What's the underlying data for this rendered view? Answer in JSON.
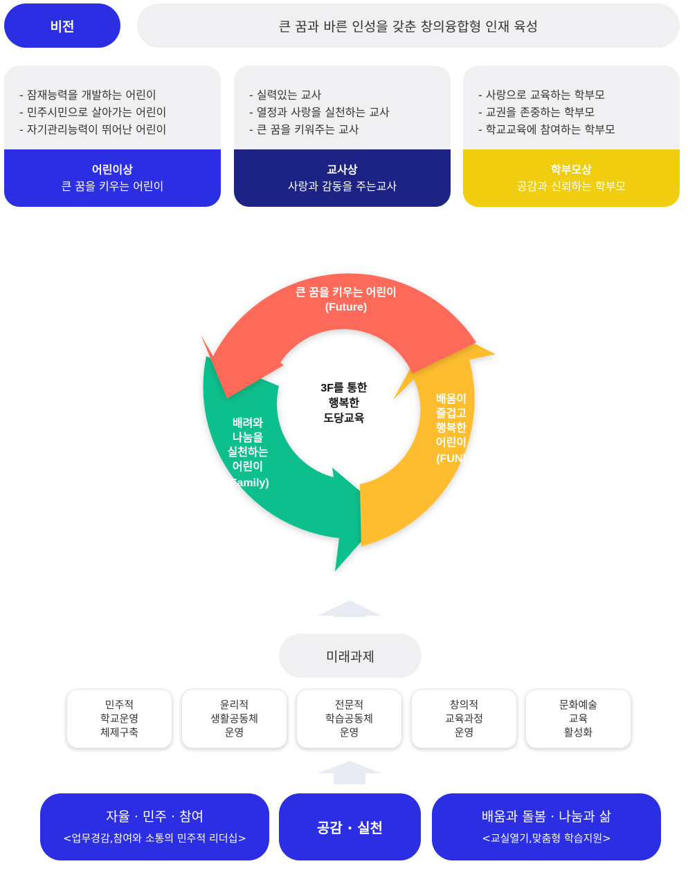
{
  "vision": {
    "label": "비전",
    "statement": "큰 꿈과 바른 인성을 갖춘 창의융합형 인재 육성"
  },
  "cards": [
    {
      "items": [
        "- 잠재능력을 개발하는 어린이",
        "- 민주시민으로 살아가는 어린이",
        "- 자기관리능력이 뛰어난 어린이"
      ],
      "title": "어린이상",
      "subtitle": "큰 꿈을 키우는 어린이",
      "color": "#2b2ee3"
    },
    {
      "items": [
        "- 실력있는 교사",
        "- 열정과 사랑을 실천하는 교사",
        "- 큰 꿈을 키워주는 교사"
      ],
      "title": "교사상",
      "subtitle": "사랑과 감동을 주는교사",
      "color": "#1d2384"
    },
    {
      "items": [
        "- 사랑으로 교육하는 학부모",
        "- 교권을 존중하는 학부모",
        "- 학교교육에 참여하는 학부모"
      ],
      "title": "학부모상",
      "subtitle": "공감과 신뢰하는 학부모",
      "color": "#f0cd0e"
    }
  ],
  "cycle": {
    "center": [
      "3F를 통한",
      "행복한",
      "도당교육"
    ],
    "future": {
      "lines": [
        "큰 꿈을 키우는 어린이",
        "(Future)"
      ],
      "color": "#fd6a5a"
    },
    "fun": {
      "lines": [
        "배움이",
        "즐겁고",
        "행복한",
        "어린이",
        "(FUN)"
      ],
      "color": "#fdbd2e"
    },
    "family": {
      "lines": [
        "배려와",
        "나눔을",
        "실천하는",
        "어린이",
        "(Family)"
      ],
      "color": "#11bf8c"
    }
  },
  "future_tasks": {
    "label": "미래과제",
    "items": [
      [
        "민주적",
        "학교운영",
        "체제구축"
      ],
      [
        "윤리적",
        "생활공동체",
        "운영"
      ],
      [
        "전문적",
        "학습공동체",
        "운영"
      ],
      [
        "창의적",
        "교육과정",
        "운영"
      ],
      [
        "문화예술",
        "교육",
        "활성화"
      ]
    ]
  },
  "foundations": {
    "left": {
      "main": "자율 · 민주 · 참여",
      "sub": "<업무경감,참여와 소통의 민주적 리더십>"
    },
    "center": {
      "main": "공감 · 실천"
    },
    "right": {
      "main": "배움과 돌봄 · 나눔과 삶",
      "sub": "<교실열기,맞춤형 학습지원>"
    }
  },
  "colors": {
    "primary_blue": "#2b2ee3",
    "light_gray": "#f0f0f2",
    "arrow_gray": "#e9ebf2"
  }
}
